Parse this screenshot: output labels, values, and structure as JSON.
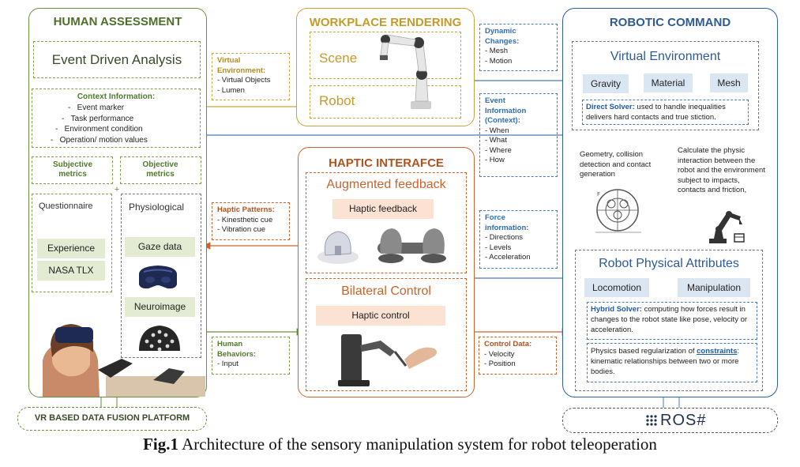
{
  "human": {
    "title": "HUMAN ASSESSMENT",
    "event_driven": "Event Driven Analysis",
    "context_title": "Context Information:",
    "context_items": [
      "Event marker",
      "Task performance",
      "Environment condition",
      "Operation/ motion values"
    ],
    "subjective": "Subjective metrics",
    "objective": "Objective metrics",
    "plus": "+",
    "questionnaire": "Questionnaire",
    "experience": "Experience",
    "nasa": "NASA TLX",
    "physiological": "Physiological",
    "gaze": "Gaze data",
    "neuro": "Neuroimage",
    "platform": "VR BASED DATA FUSION PLATFORM"
  },
  "workplace": {
    "title": "WORKPLACE RENDERING",
    "scene": "Scene",
    "robot": "Robot"
  },
  "haptic": {
    "title": "HAPTIC INTERAFCE",
    "augmented": "Augmented feedback",
    "haptic_feedback": "Haptic feedback",
    "bilateral": "Bilateral Control",
    "haptic_control": "Haptic control"
  },
  "robotic": {
    "title": "ROBOTIC COMMAND",
    "virtual_env": "Virtual Environment",
    "gravity": "Gravity",
    "material": "Material",
    "mesh": "Mesh",
    "direct_solver_label": "Direct Solver:",
    "direct_solver_text": " used to  handle inequalities delivers hard contacts and true stiction.",
    "geometry_text": "Geometry, collision detection and contact generation",
    "calculate_text": "Calculate the physic interaction between the robot and the environment subject to impacts, contacts and friction,",
    "physical_attrs": "Robot Physical Attributes",
    "locomotion": "Locomotion",
    "manipulation": "Manipulation",
    "hybrid_label": "Hybrid Solver:",
    "hybrid_text": " computing how forces result in changes to the robot state like pose, velocity or acceleration.",
    "physics_pre": "Physics based regularization of ",
    "physics_label": "constraints",
    "physics_post": ": kinematic relationships between two or more bodies.",
    "ros": "ROS#"
  },
  "notes": {
    "virtual_env": {
      "title": "Virtual Environment:",
      "items": [
        "- Virtual Objects",
        "- Lumen"
      ]
    },
    "dynamic_changes": {
      "title": "Dynamic Changes:",
      "items": [
        "- Mesh",
        "- Motion"
      ]
    },
    "event_info": {
      "title": "Event Information (Context):",
      "items": [
        "- When",
        "- What",
        "- Where",
        "- How"
      ]
    },
    "haptic_patterns": {
      "title": "Haptic Patterns:",
      "items": [
        "- Kinesthetic cue",
        "- Vibration cue"
      ]
    },
    "force_info": {
      "title": "Force information:",
      "items": [
        "- Directions",
        "- Levels",
        "- Acceleration"
      ]
    },
    "human_behaviors": {
      "title": "Human Behaviors:",
      "items": [
        "- Input"
      ]
    },
    "control_data": {
      "title": "Control Data:",
      "items": [
        "- Velocity",
        "- Position"
      ]
    }
  },
  "caption": {
    "bold": "Fig.1",
    "text": " Architecture of the sensory manipulation system for robot teleoperation"
  },
  "colors": {
    "green": "#6a8f3a",
    "gold": "#c9a43a",
    "orange": "#c8642c",
    "blue": "#2e5f9e"
  },
  "icons": [
    "vr-headset-icon",
    "eeg-cap-icon",
    "robot-arm-icon",
    "haptic-device-icon",
    "physics-diagram-icon",
    "industrial-robot-icon",
    "ros-grid-icon"
  ]
}
